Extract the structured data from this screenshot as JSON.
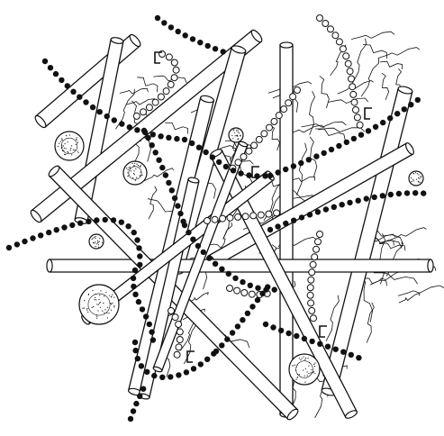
{
  "figure": {
    "colors": {
      "background": "#ffffff",
      "line": "#111111",
      "fill": "#ffffff",
      "bead": "#111111"
    },
    "elements": {
      "rods": "hollow-cylindrical-rods",
      "bead_chains": "black-bead-chains",
      "ring_chains": "open-ring-chains",
      "filaments": "wavy-filament-tufts",
      "spheres": "stippled-spheres",
      "brackets": "small-bracket-marks"
    }
  }
}
